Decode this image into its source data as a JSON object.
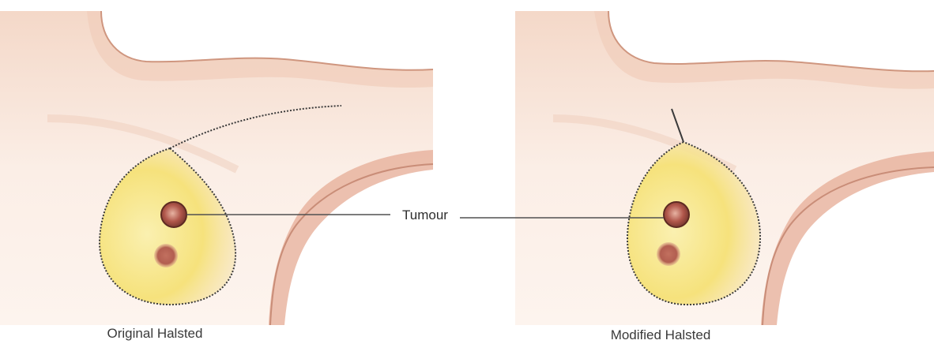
{
  "labels": {
    "left_caption": "Original Halsted",
    "right_caption": "Modified Halsted",
    "callout": "Tumour"
  },
  "colors": {
    "skin_light": "#fbeee6",
    "skin_mid": "#f3d3c3",
    "skin_shadow": "#e3aa94",
    "outline": "#c98d78",
    "incision": "#3b3b3b",
    "breast_yellow": "#f7e27a",
    "tumour": "#a9534a",
    "areola": "#c27060",
    "leader": "#505050"
  }
}
